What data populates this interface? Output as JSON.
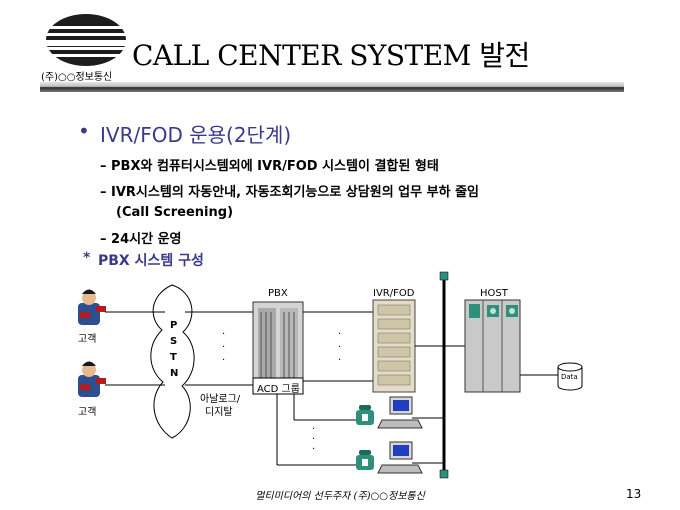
{
  "header": {
    "title": "CALL CENTER SYSTEM 발전",
    "company": "(주)○○정보통신"
  },
  "main": {
    "bullet_symbol": "•",
    "section_title": "IVR/FOD 운용(2단계)",
    "items": [
      "– PBX와 컴퓨터시스템외에 IVR/FOD 시스템이 결합된 형태",
      "– IVR시스템의 자동안내, 자동조회기능으로 상담원의 업무 부하 줄임",
      "(Call Screening)",
      "– 24시간 운영"
    ],
    "star_symbol": "*",
    "diagram_title": "PBX 시스템 구성"
  },
  "diagram": {
    "customer_1": "고객",
    "customer_2": "고객",
    "pstn": [
      "P",
      "S",
      "T",
      "N"
    ],
    "pbx": "PBX",
    "ivr": "IVR/FOD",
    "host": "HOST",
    "data": "Data",
    "acd": "ACD 그룹",
    "analog": "아날로그/",
    "digital": "디지탈"
  },
  "footer": {
    "text": "멀티미디어의 선두주자 (주)○○정보통신",
    "page_number": "13"
  }
}
